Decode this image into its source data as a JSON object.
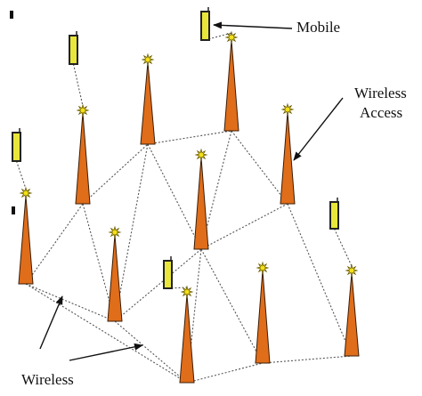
{
  "labels": {
    "mobile": "Mobile",
    "wireless_access_line1": "Wireless",
    "wireless_access_line2": "Access",
    "wireless_bottom": "Wireless"
  },
  "colors": {
    "tower": "#e06d1a",
    "tower_outline": "#3a1e08",
    "antenna_star": "#f4e21a",
    "mobile_body": "#e8e63a",
    "mobile_outline": "#222222",
    "link": "#555555",
    "arrow": "#111111",
    "background": "#ffffff"
  },
  "icons": {
    "tower": "radio-tower-icon",
    "mobile": "mobile-phone-icon",
    "arrow": "arrow-pointer"
  }
}
